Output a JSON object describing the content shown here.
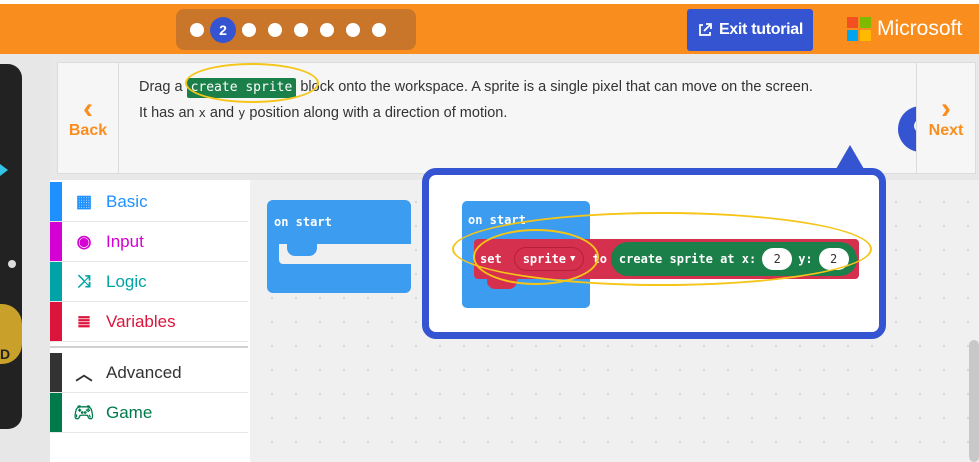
{
  "header": {
    "steps_total": 8,
    "current_step": "2",
    "exit_label": "Exit tutorial",
    "brand": "Microsoft"
  },
  "device": {
    "label": "D"
  },
  "tutorial": {
    "back_label": "Back",
    "next_label": "Next",
    "text_before": "Drag a",
    "code_chip": "create sprite",
    "text_after": "block onto the workspace. A sprite is a single pixel that can move on the screen. It has an",
    "code_x": "x",
    "text_and": "and",
    "code_y": "y",
    "text_end": "position along with a direction of motion."
  },
  "toolbox": {
    "categories": [
      {
        "label": "Basic",
        "color": "#1e90ff",
        "icon": "grid-icon"
      },
      {
        "label": "Input",
        "color": "#d400d4",
        "icon": "target-icon"
      },
      {
        "label": "Logic",
        "color": "#00a4a6",
        "icon": "shuffle-icon"
      },
      {
        "label": "Variables",
        "color": "#dc143c",
        "icon": "list-icon"
      },
      {
        "label": "Advanced",
        "color": "#333333",
        "icon": "chevron-up-icon"
      },
      {
        "label": "Game",
        "color": "#007a4b",
        "icon": "gamepad-icon"
      }
    ]
  },
  "workspace": {
    "on_start_label": "on start"
  },
  "hint": {
    "on_start_label": "on start",
    "set_label": "set",
    "variable": "sprite",
    "to_label": "to",
    "create_label": "create sprite at x:",
    "x_value": "2",
    "y_label": "y:",
    "y_value": "2"
  },
  "colors": {
    "accent_orange": "#f98e1f",
    "primary_blue": "#3454d1",
    "block_blue": "#3c9cf0",
    "block_red": "#d6304f",
    "block_green": "#1b7f4a"
  }
}
